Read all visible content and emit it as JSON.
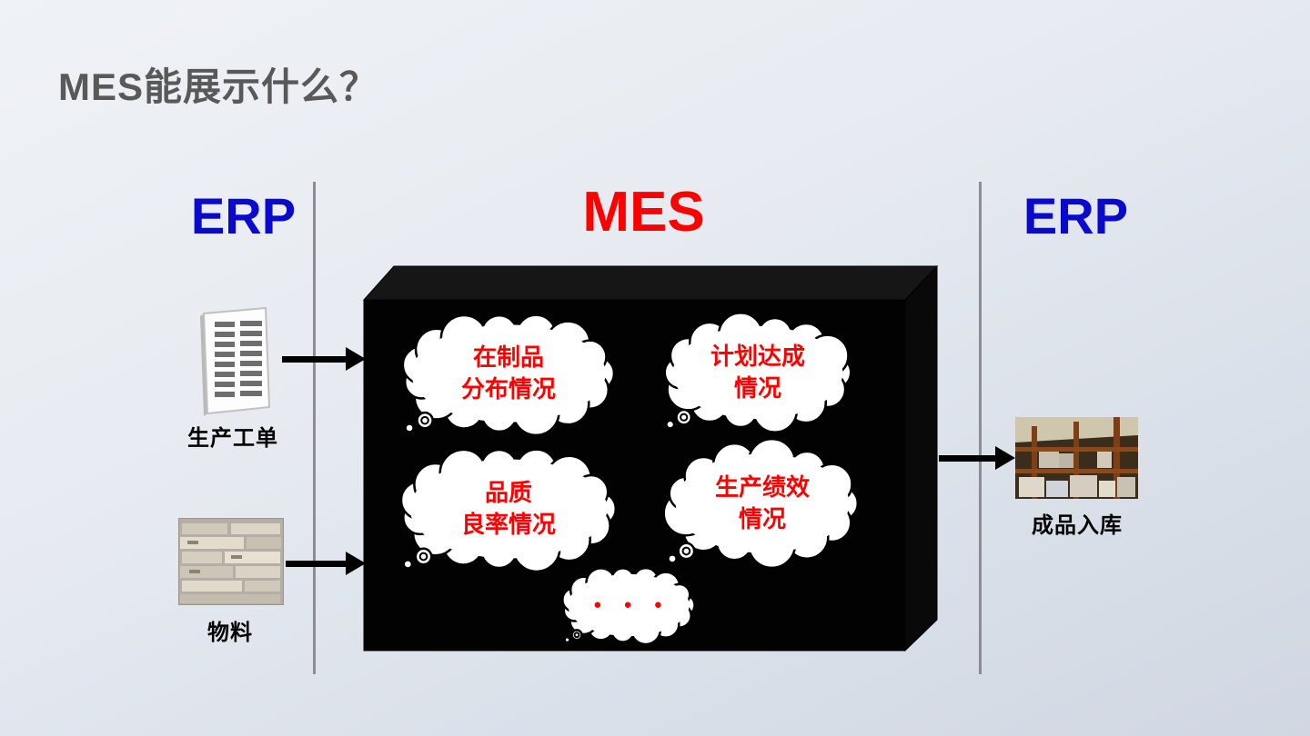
{
  "slide": {
    "title": "MES能展示什么？"
  },
  "headers": {
    "erp_left": "ERP",
    "mes": "MES",
    "erp_right": "ERP"
  },
  "inputs": [
    {
      "label": "生产工单"
    },
    {
      "label": "物料"
    }
  ],
  "output": {
    "label": "成品入库"
  },
  "clouds": [
    {
      "line1": "在制品",
      "line2": "分布情况"
    },
    {
      "line1": "计划达成",
      "line2": "情况"
    },
    {
      "line1": "品质",
      "line2": "良率情况"
    },
    {
      "line1": "生产绩效",
      "line2": "情况"
    },
    {
      "line1": "●  ●  ●",
      "line2": ""
    }
  ],
  "icons": {
    "work_order": "document-icon",
    "materials": "boxes-photo",
    "finished_goods": "warehouse-photo"
  },
  "colors": {
    "erp_text": "#0a0acd",
    "mes_text": "#fe0000",
    "cloud_text": "#fe0000",
    "title_text": "#595959",
    "label_text": "#000000",
    "mes_box_fill": "#000000",
    "divider": "#8c8c96"
  }
}
